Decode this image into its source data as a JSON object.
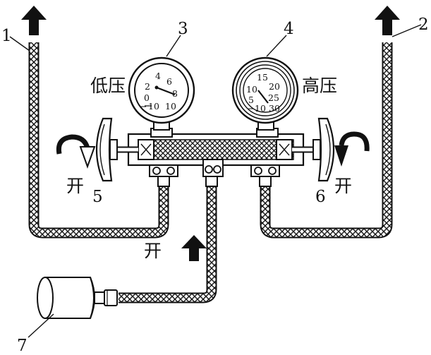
{
  "figure": {
    "labels": {
      "hose_left": "1",
      "hose_right": "2",
      "gauge_low": "3",
      "gauge_high": "4",
      "valve_low": "5",
      "valve_high": "6",
      "tank": "7"
    },
    "text": {
      "low_pressure": "低压",
      "high_pressure": "高压",
      "open_left": "开",
      "open_right": "开",
      "open_center": "开"
    },
    "low_gauge_scale": [
      "2",
      "4",
      "6",
      "8",
      "0",
      "10",
      "10"
    ],
    "high_gauge_scale": [
      "15",
      "10",
      "20",
      "5",
      "25",
      "10",
      "30"
    ],
    "low_gauge_minus": "−",
    "high_gauge_minus": "−"
  }
}
